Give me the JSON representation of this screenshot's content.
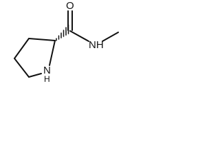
{
  "molecule": {
    "atom_labels": {
      "oxygen": "O",
      "amide_nh": "NH",
      "ring_n": "N",
      "ring_h": "H"
    },
    "stereo_bond": "hashed-wedge"
  },
  "colors": {
    "bond": "#111111",
    "background": "#ffffff"
  }
}
